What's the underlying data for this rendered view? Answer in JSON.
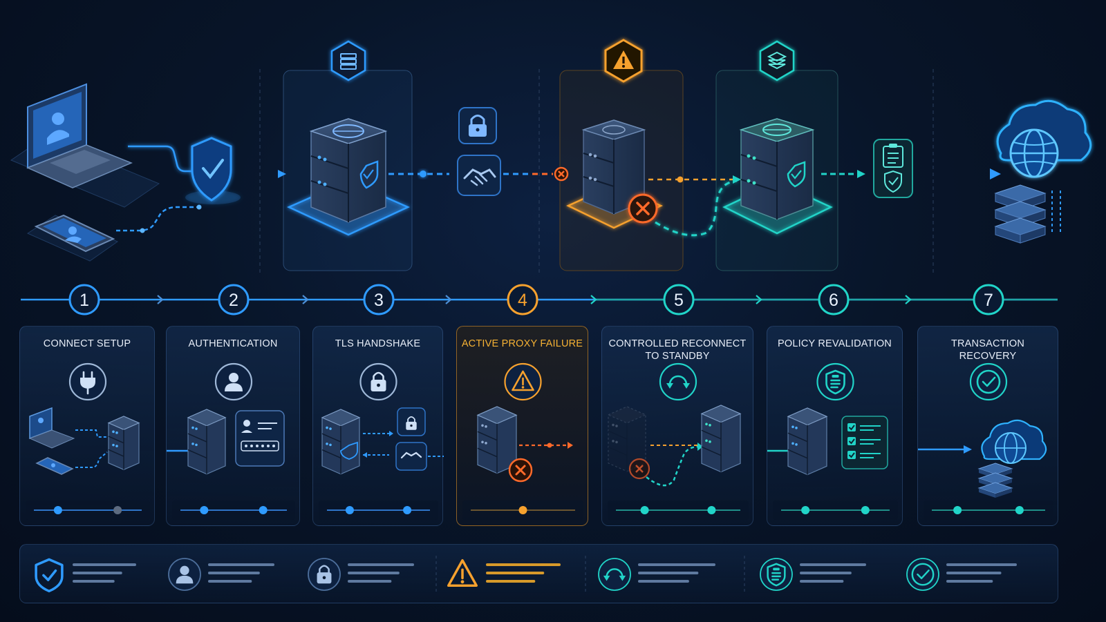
{
  "colors": {
    "blue": "#2f9bff",
    "cyan": "#21d4c8",
    "orange": "#f6a12e",
    "orange_red": "#ff6a2a",
    "gray": "#5d6b80"
  },
  "top_nodes": [
    {
      "name": "laptop-client",
      "icon": "laptop-icon"
    },
    {
      "name": "mobile-client",
      "icon": "phone-icon"
    },
    {
      "name": "security-shield",
      "icon": "shield-check-icon"
    },
    {
      "name": "primary-proxy-server",
      "icon": "server-stack-icon",
      "status": "active"
    },
    {
      "name": "tls-lock",
      "icon": "lock-icon"
    },
    {
      "name": "tls-handshake",
      "icon": "handshake-icon"
    },
    {
      "name": "failed-proxy-server",
      "icon": "server-stack-icon",
      "status": "failed"
    },
    {
      "name": "standby-proxy-server",
      "icon": "server-stack-icon",
      "status": "standby"
    },
    {
      "name": "policy-check",
      "icon": "clipboard-check-icon"
    },
    {
      "name": "cloud-destination",
      "icon": "cloud-globe-icon"
    }
  ],
  "steps": [
    {
      "number": "1",
      "title": "CONNECT SETUP",
      "icon": "plug-icon",
      "state": "normal"
    },
    {
      "number": "2",
      "title": "AUTHENTICATION",
      "icon": "user-icon",
      "state": "normal"
    },
    {
      "number": "3",
      "title": "TLS HANDSHAKE",
      "icon": "lock-icon",
      "state": "normal"
    },
    {
      "number": "4",
      "title": "ACTIVE PROXY FAILURE",
      "icon": "warning-icon",
      "state": "warning"
    },
    {
      "number": "5",
      "title": "CONTROLLED RECONNECT\nTO STANDBY",
      "icon": "reconnect-icon",
      "state": "recovery"
    },
    {
      "number": "6",
      "title": "POLICY REVALIDATION",
      "icon": "clipboard-shield-icon",
      "state": "recovery"
    },
    {
      "number": "7",
      "title": "TRANSACTION RECOVERY",
      "icon": "check-circle-icon",
      "state": "recovery"
    }
  ],
  "legend": [
    {
      "icon": "shield-check-icon",
      "state": "normal"
    },
    {
      "icon": "user-icon",
      "state": "normal"
    },
    {
      "icon": "lock-icon",
      "state": "normal"
    },
    {
      "icon": "warning-icon",
      "state": "warning"
    },
    {
      "icon": "reconnect-icon",
      "state": "recovery"
    },
    {
      "icon": "clipboard-shield-icon",
      "state": "recovery"
    },
    {
      "icon": "check-circle-icon",
      "state": "recovery"
    }
  ]
}
